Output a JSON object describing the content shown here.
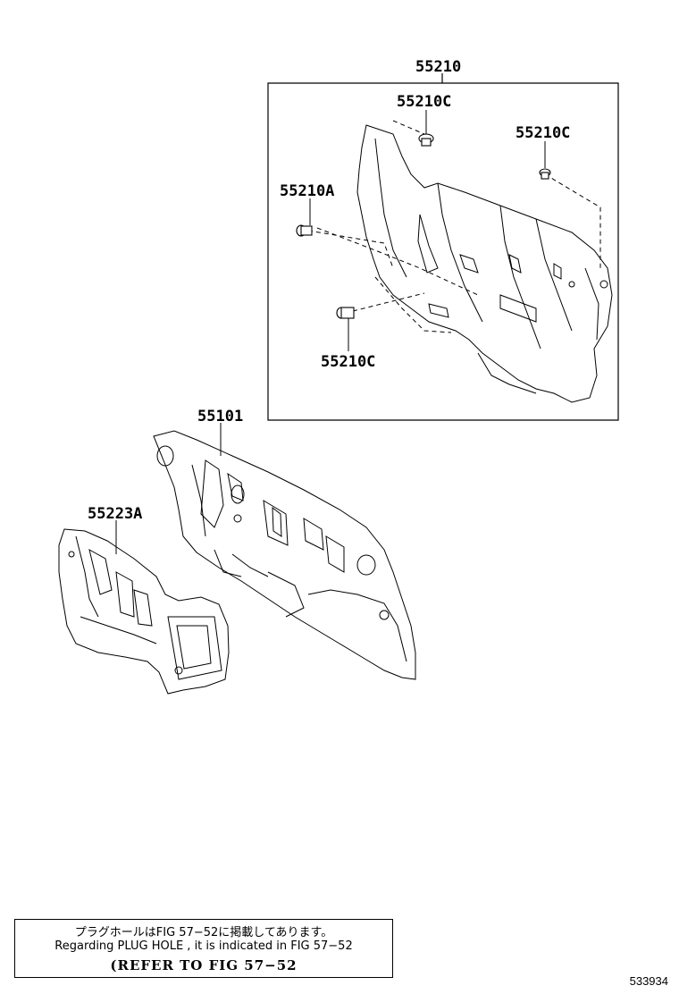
{
  "labels": {
    "assembly": "55210",
    "clip_top": "55210C",
    "clip_right": "55210C",
    "clip_left": "55210A",
    "clip_bottom": "55210C",
    "dash_panel": "55101",
    "silencer": "55223A"
  },
  "note": {
    "japanese": "プラグホールはFIG 57−52に掲載してあります。",
    "english": "Regarding  PLUG  HOLE , it is indicated in  FIG  57−52",
    "refer": "(REFER TO FIG 57−52"
  },
  "catalog_number": "533934"
}
